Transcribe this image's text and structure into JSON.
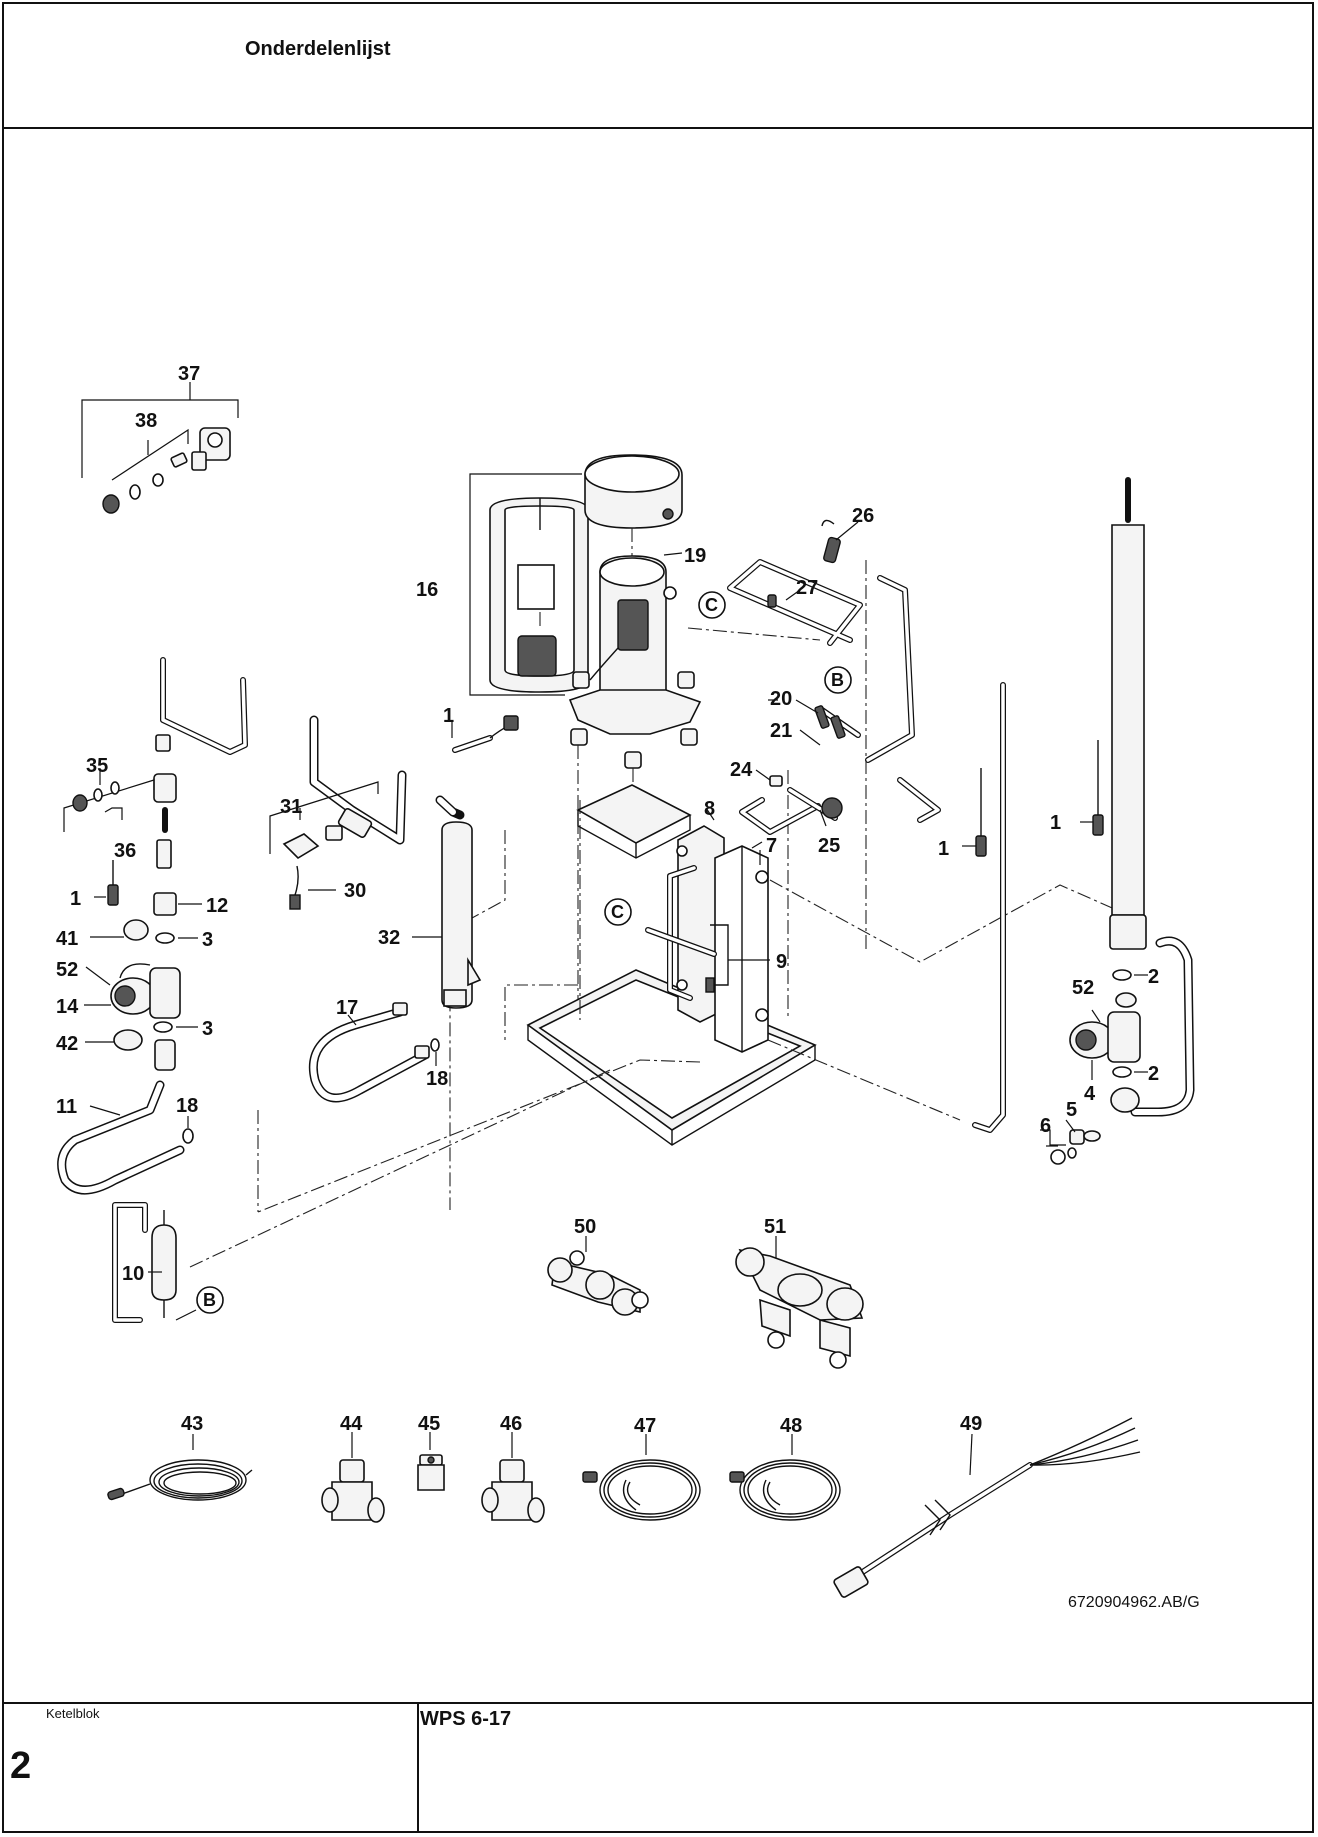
{
  "header": {
    "title": "Onderdelenlijst"
  },
  "footer": {
    "section_label": "Ketelblok",
    "section_number": "2",
    "model": "WPS 6-17"
  },
  "drawing": {
    "code": "6720904962.AB/G"
  },
  "callouts": {
    "c1a": "1",
    "c1b": "1",
    "c1c": "1",
    "c1d": "1",
    "c2a": "2",
    "c2b": "2",
    "c3a": "3",
    "c3b": "3",
    "c4": "4",
    "c5": "5",
    "c6": "6",
    "c7": "7",
    "c8": "8",
    "c9": "9",
    "c10": "10",
    "c11": "11",
    "c12": "12",
    "c14": "14",
    "c16": "16",
    "c17": "17",
    "c18a": "18",
    "c18b": "18",
    "c19": "19",
    "c20": "20",
    "c21": "21",
    "c24": "24",
    "c25": "25",
    "c26": "26",
    "c27": "27",
    "c30": "30",
    "c31": "31",
    "c32": "32",
    "c35": "35",
    "c36": "36",
    "c37": "37",
    "c38": "38",
    "c41": "41",
    "c42": "42",
    "c43": "43",
    "c44": "44",
    "c45": "45",
    "c46": "46",
    "c47": "47",
    "c48": "48",
    "c49": "49",
    "c50": "50",
    "c51": "51",
    "c52a": "52",
    "c52b": "52"
  },
  "markers": {
    "b_top": "B",
    "b_bottom": "B",
    "c_top": "C",
    "c_mid": "C"
  }
}
